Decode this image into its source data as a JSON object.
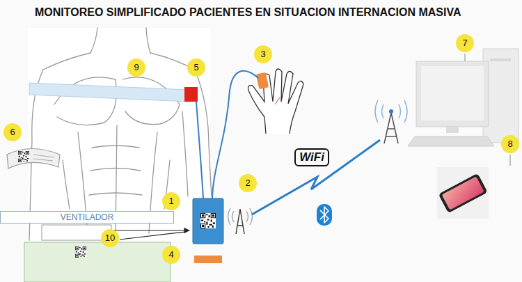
{
  "diagram": {
    "title": "MONITOREO SIMPLIFICADO PACIENTES EN SITUACION INTERNACION MASIVA",
    "nodes": [
      {
        "text": [
          "VENTILADOR"
        ]
      }
    ],
    "labels": [
      "1",
      "2",
      "3",
      "4",
      "5",
      "6",
      "7",
      "8",
      "9",
      "10",
      "WiFi"
    ]
  }
}
